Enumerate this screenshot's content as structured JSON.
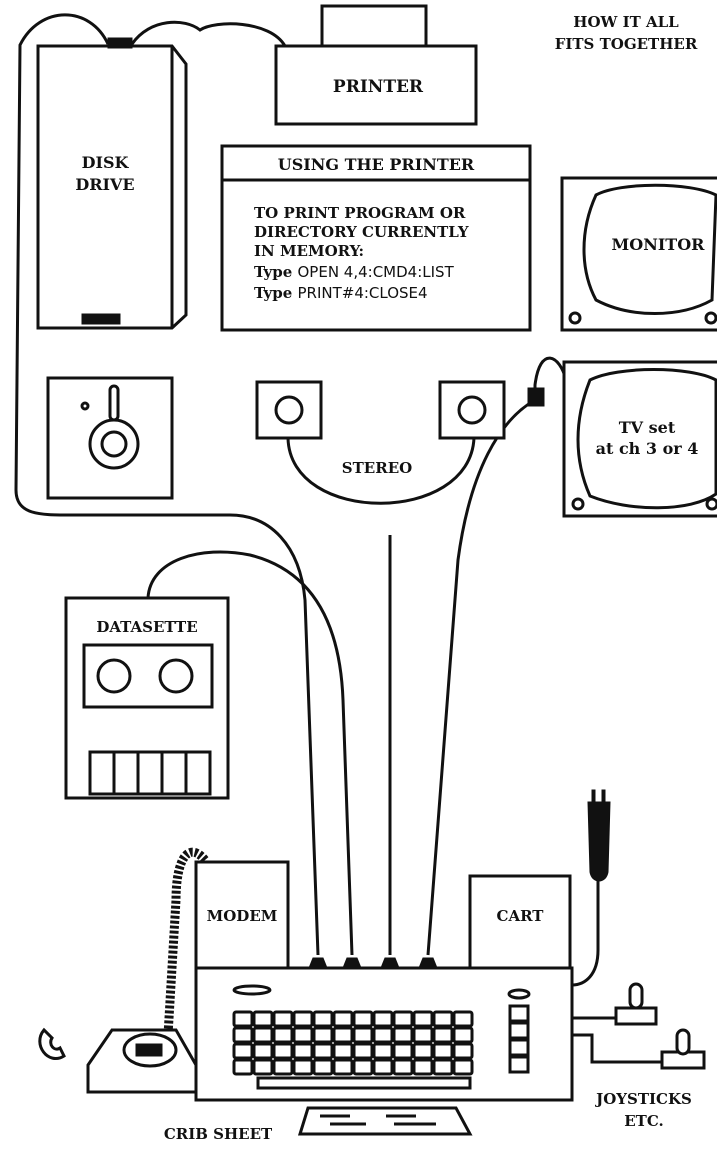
{
  "header": {
    "title_line1": "HOW IT ALL",
    "title_line2": "FITS TOGETHER"
  },
  "devices": {
    "printer": "PRINTER",
    "disk_drive_line1": "DISK",
    "disk_drive_line2": "DRIVE",
    "monitor": "MONITOR",
    "tv_line1": "TV  set",
    "tv_line2": "at ch 3 or 4",
    "stereo": "STEREO",
    "datasette": "DATASETTE",
    "modem": "MODEM",
    "cart": "CART",
    "joysticks_line1": "JOYSTICKS",
    "joysticks_line2": "ETC.",
    "crib_sheet": "CRIB SHEET"
  },
  "printer_box": {
    "heading": "USING THE PRINTER",
    "line1": "TO PRINT PROGRAM OR",
    "line2": "DIRECTORY CURRENTLY",
    "line3": "IN MEMORY:",
    "line4_prefix": "Type ",
    "line4_cmd": "OPEN 4,4:CMD4:LIST",
    "line5_prefix": "Type ",
    "line5_cmd": "PRINT#4:CLOSE4"
  }
}
